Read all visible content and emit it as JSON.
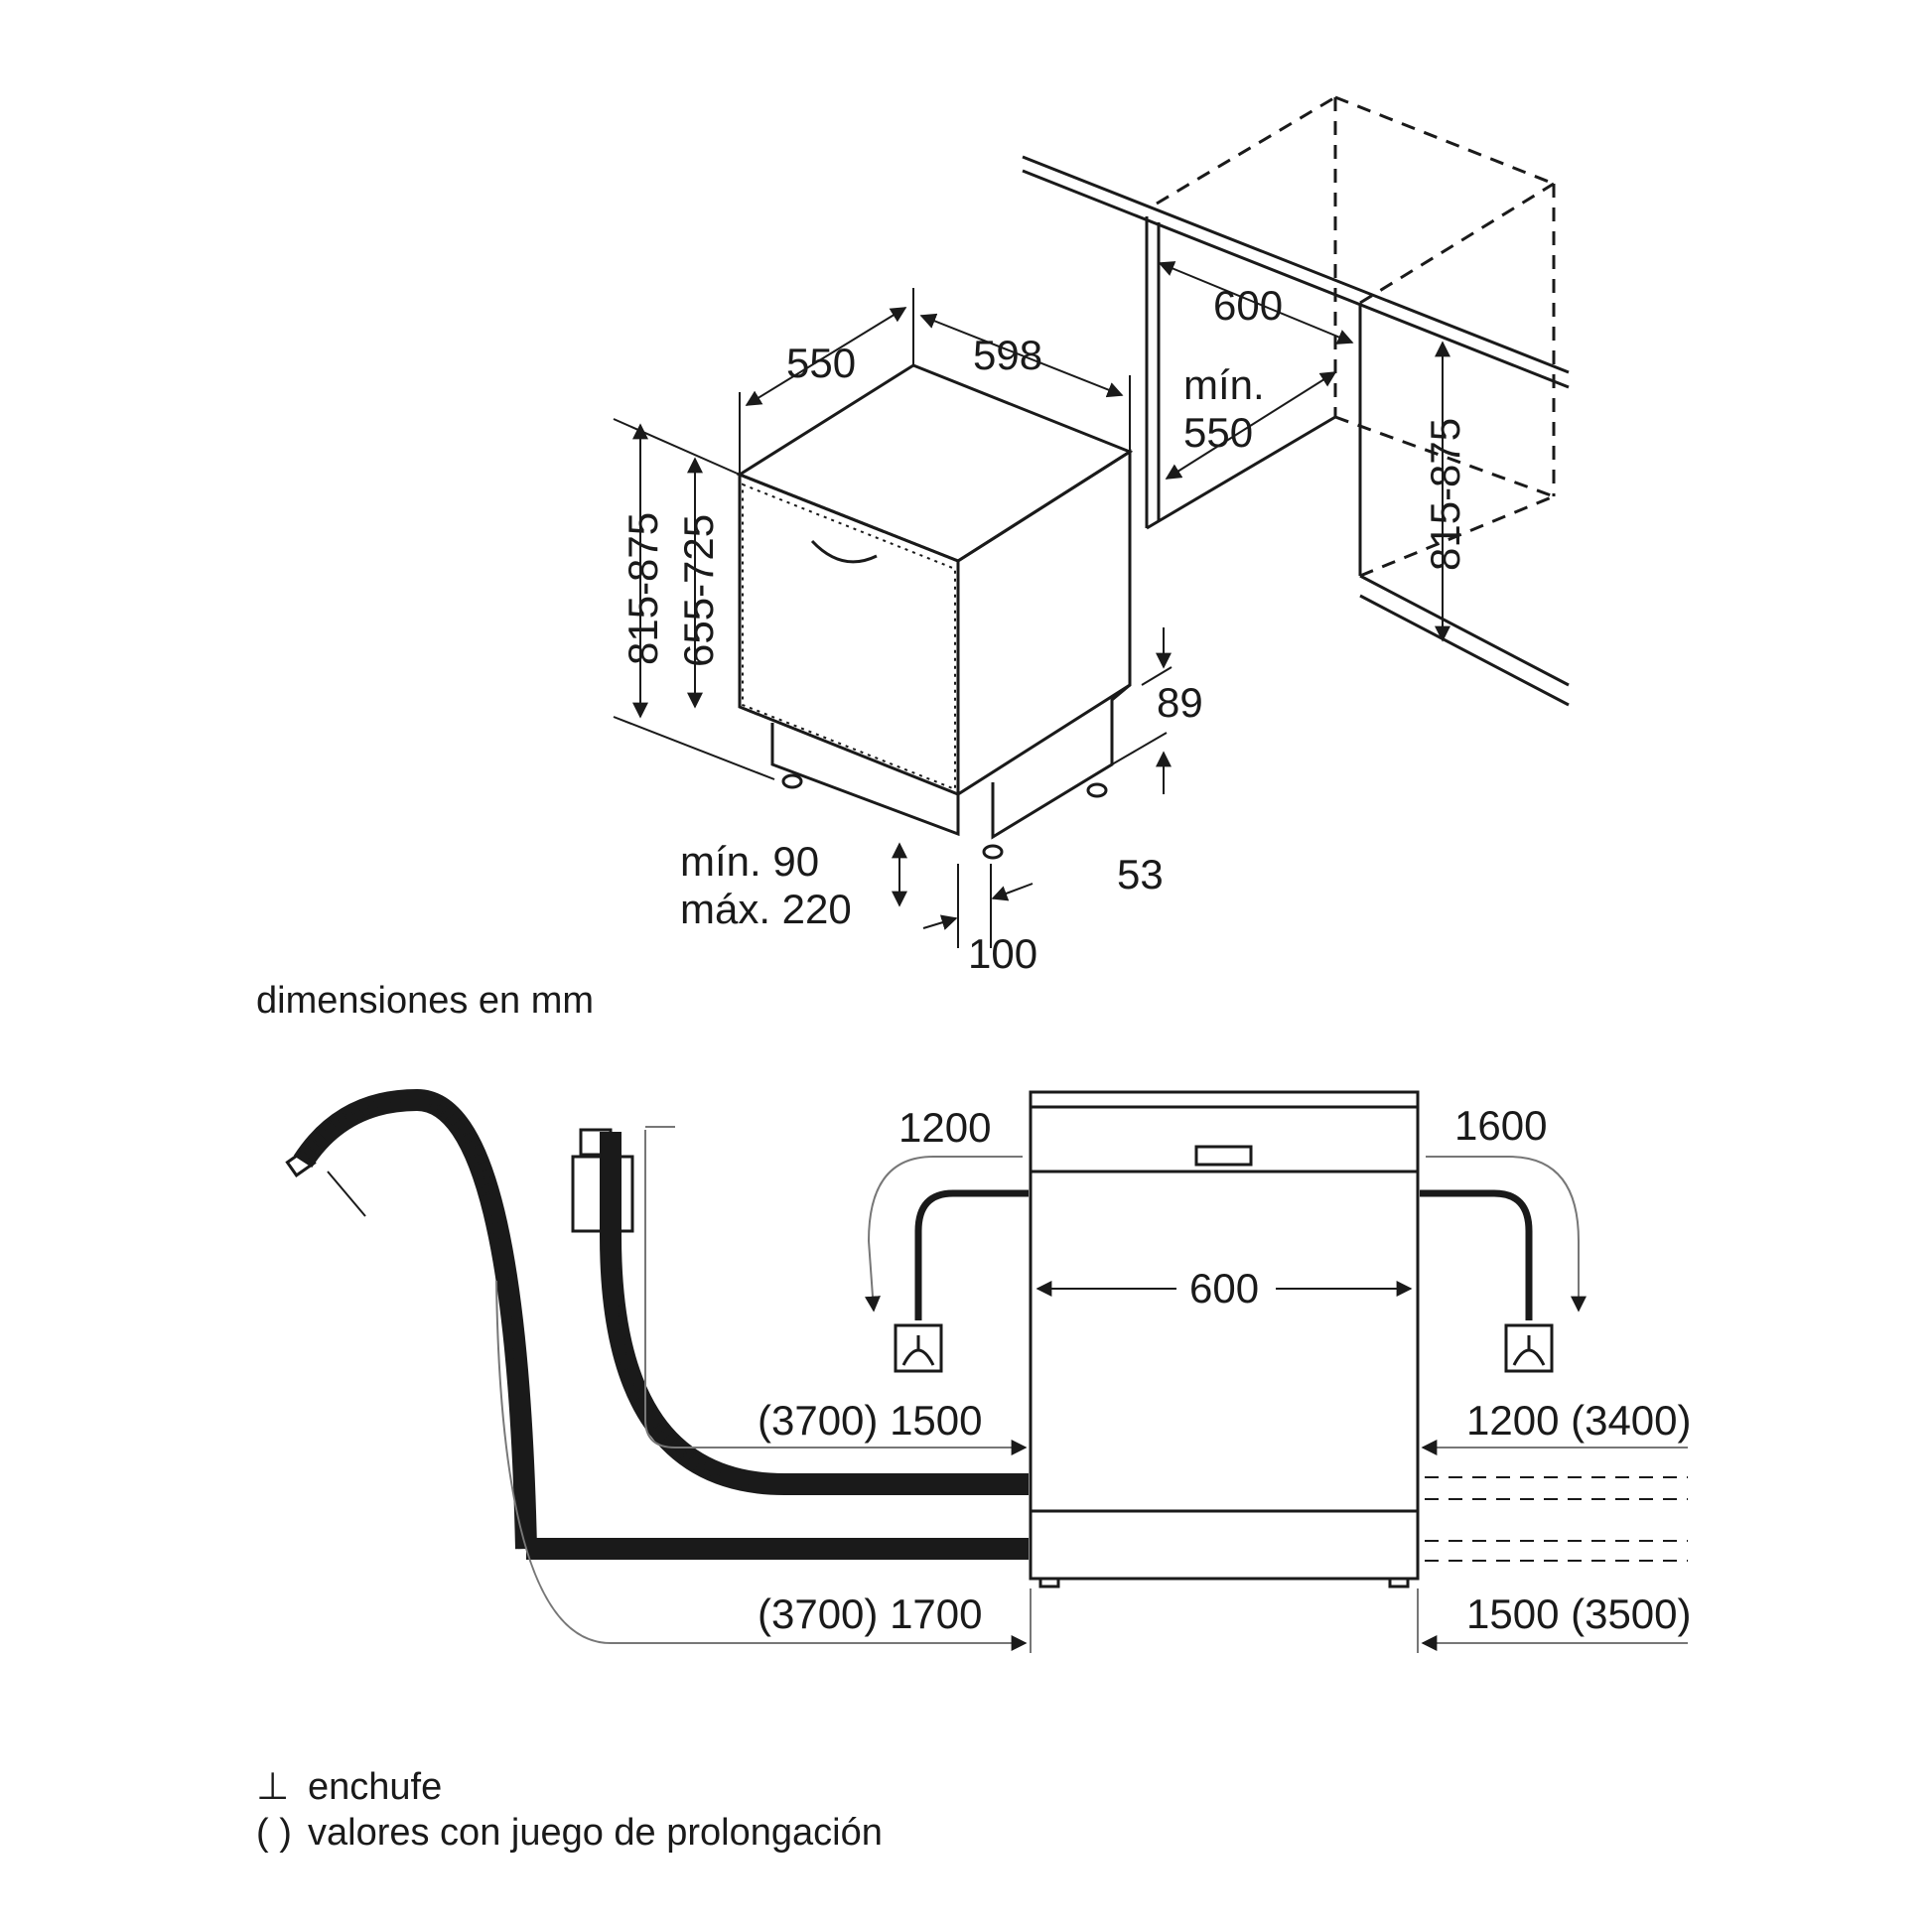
{
  "top_view": {
    "depth": "550",
    "width": "598",
    "height_total": "815-875",
    "height_door": "655-725",
    "plinth_label_1": "mín. 90",
    "plinth_label_2": "máx. 220",
    "plinth_setback": "100",
    "dim_89": "89",
    "dim_53": "53",
    "niche_width": "600",
    "niche_depth_1": "mín.",
    "niche_depth_2": "550",
    "niche_height": "815-875"
  },
  "units_note": "dimensiones en mm",
  "bottom_view": {
    "appliance_width": "600",
    "cable_left": "1200",
    "cable_right": "1600",
    "water_inlet_left": "(3700) 1500",
    "drain_left": "(3700) 1700",
    "water_inlet_right": "1200 (3400)",
    "drain_right": "1500 (3500)"
  },
  "legend": {
    "plug_symbol": "⊥",
    "plug_label": "enchufe",
    "parens_symbol": "( )",
    "parens_label": "valores con juego de prolongación"
  }
}
